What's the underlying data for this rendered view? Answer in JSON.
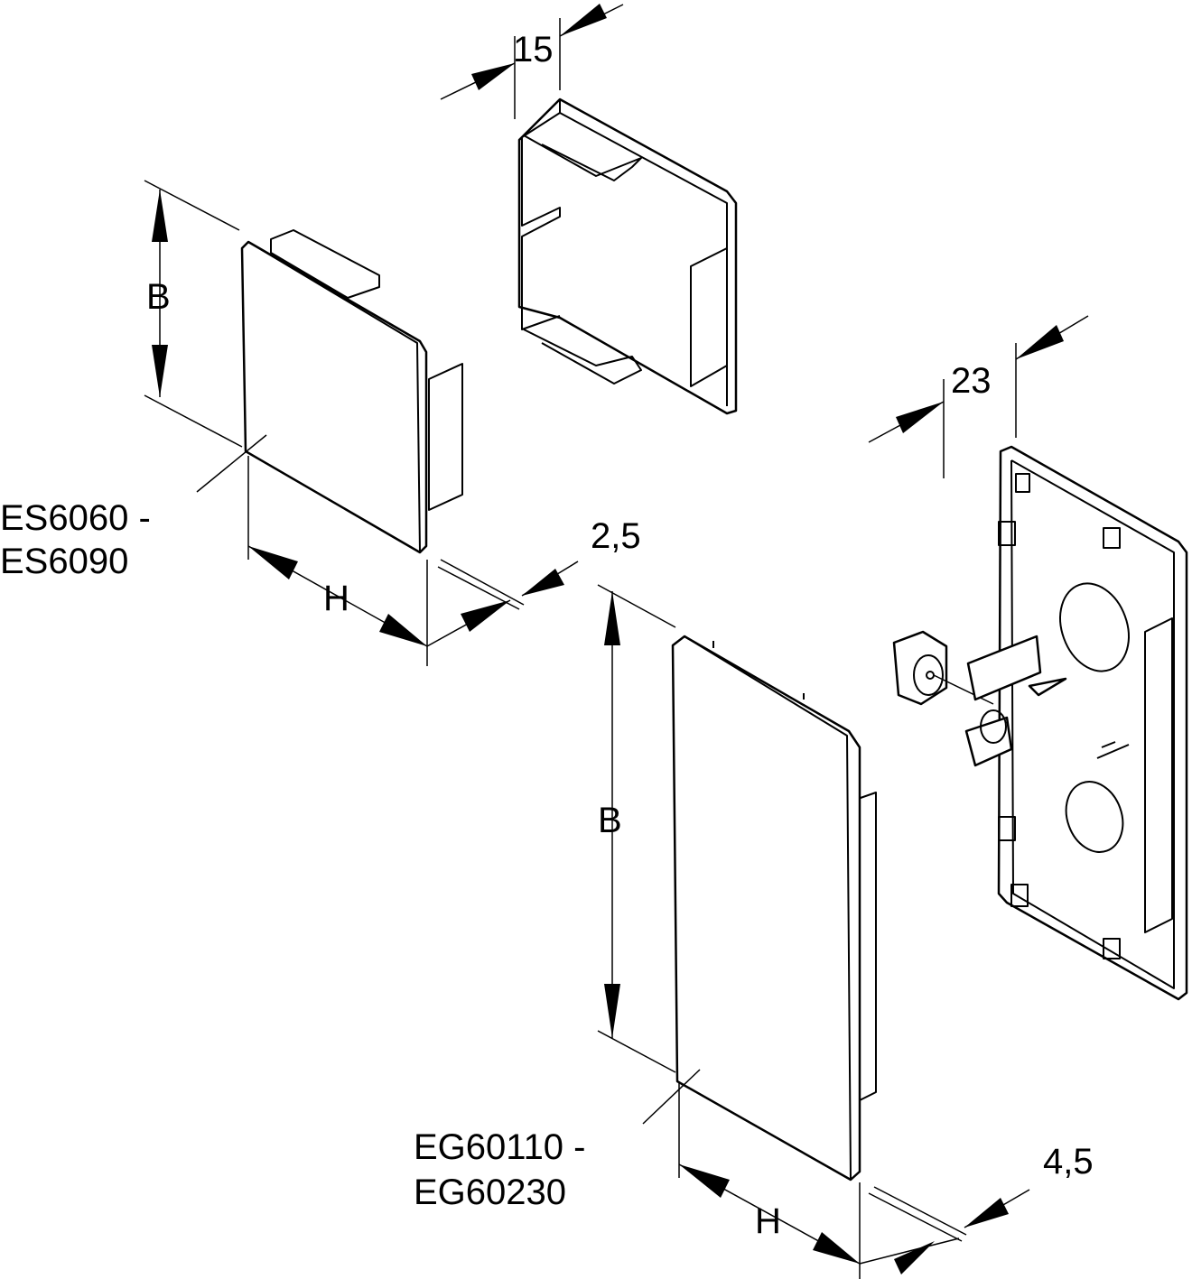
{
  "drawing": {
    "top_part": {
      "dimension_depth": "15"
    },
    "left_part": {
      "dimension_height": "B",
      "dimension_width": "H",
      "dimension_thickness": "2,5",
      "model_range_line1": "ES6060 -",
      "model_range_line2": "ES6090"
    },
    "right_part": {
      "dimension_depth": "23"
    },
    "bottom_part": {
      "dimension_height": "B",
      "dimension_width": "H",
      "dimension_thickness": "4,5",
      "model_range_line1": "EG60110 -",
      "model_range_line2": "EG60230"
    },
    "line_color": "#000000",
    "background_color": "#ffffff"
  }
}
